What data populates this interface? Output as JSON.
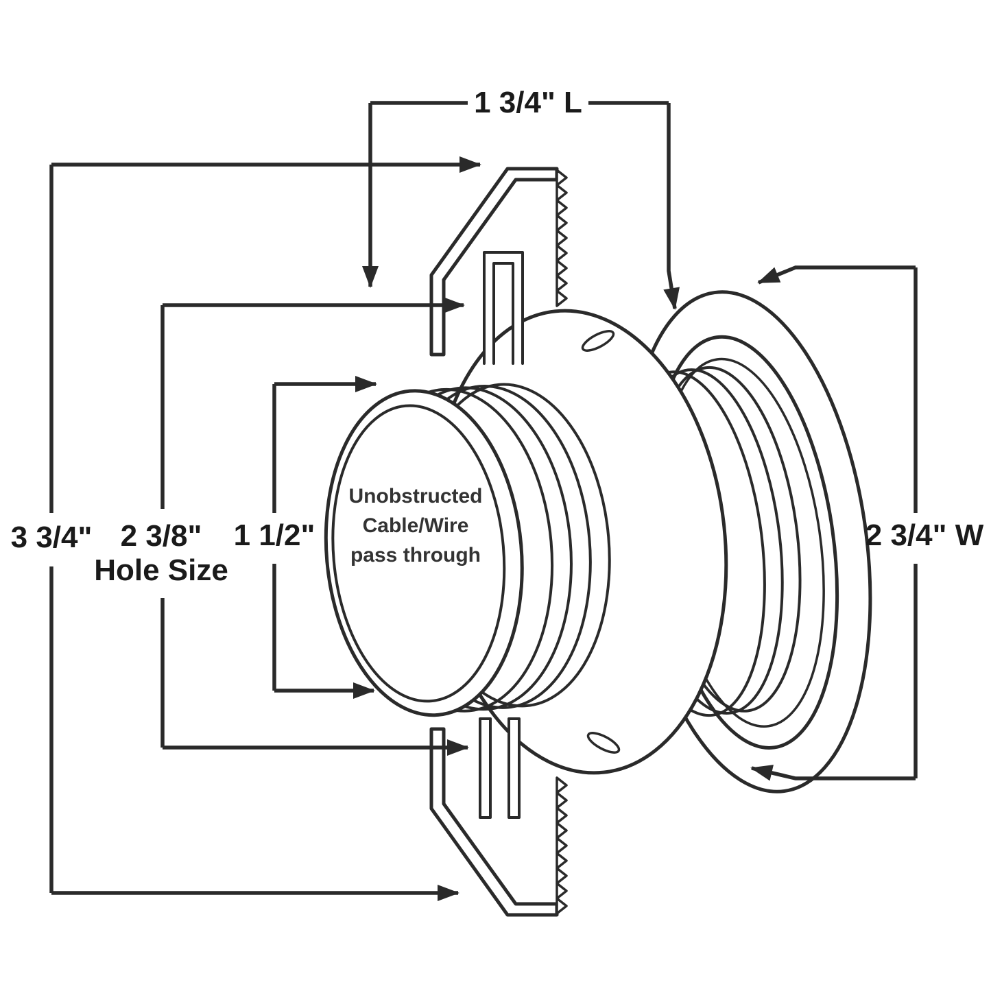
{
  "diagram": {
    "dimensions": {
      "depth": {
        "label": "1 3/4\" L"
      },
      "overall_height": {
        "label": "3 3/4\""
      },
      "hole_size": {
        "label": "2 3/8\"",
        "caption": "Hole Size"
      },
      "inner_passage": {
        "label": "1 1/2\""
      },
      "flange_width": {
        "label": "2 3/4\" W"
      }
    },
    "center_label": {
      "line1": "Unobstructed",
      "line2": "Cable/Wire",
      "line3": "pass through"
    },
    "colors": {
      "ink": "#2a2a2a",
      "background": "#ffffff"
    }
  }
}
